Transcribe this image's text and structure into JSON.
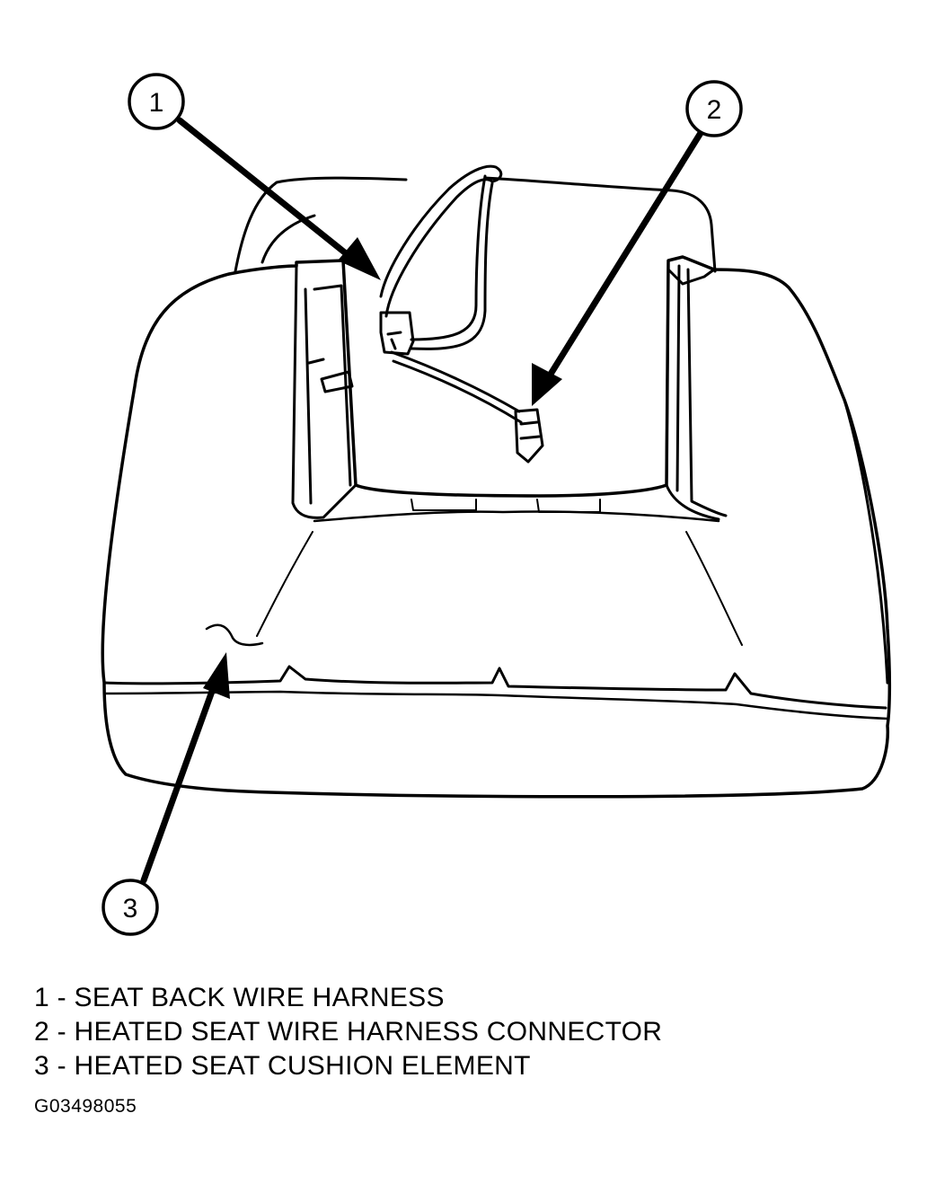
{
  "diagram": {
    "callouts": [
      {
        "number": "1",
        "label": "SEAT BACK WIRE HARNESS"
      },
      {
        "number": "2",
        "label": "HEATED SEAT WIRE HARNESS CONNECTOR"
      },
      {
        "number": "3",
        "label": "HEATED SEAT CUSHION ELEMENT"
      }
    ],
    "legend": [
      "1 - SEAT BACK WIRE HARNESS",
      "2 - HEATED SEAT WIRE HARNESS CONNECTOR",
      "3 - HEATED SEAT CUSHION ELEMENT"
    ],
    "figure_id": "G03498055"
  }
}
